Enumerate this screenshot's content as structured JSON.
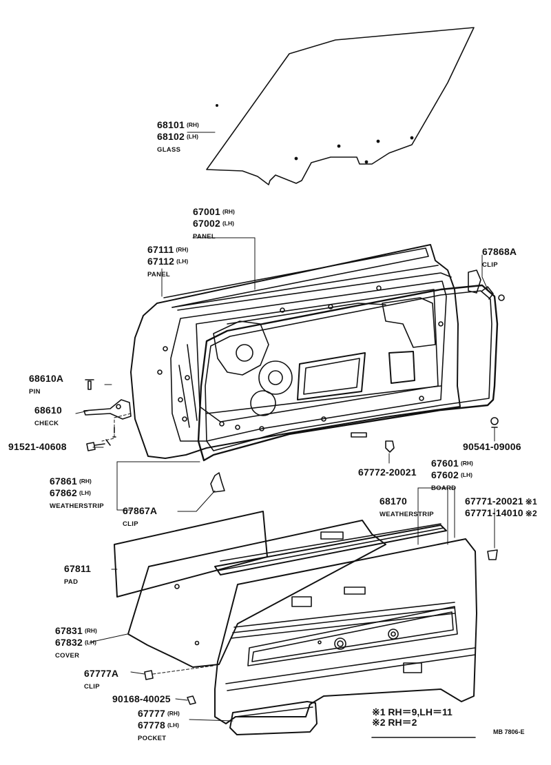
{
  "callouts": {
    "glass": {
      "lines": [
        [
          "68101",
          "(RH)"
        ],
        [
          "68102",
          "(LH)"
        ]
      ],
      "desc": "GLASS"
    },
    "panel": {
      "lines": [
        [
          "67001",
          "(RH)"
        ],
        [
          "67002",
          "(LH)"
        ]
      ],
      "desc": "PANEL"
    },
    "inner_panel": {
      "lines": [
        [
          "67111",
          "(RH)"
        ],
        [
          "67112",
          "(LH)"
        ]
      ],
      "desc": "PANEL"
    },
    "clip_top": {
      "lines": [
        [
          "67868A",
          ""
        ]
      ],
      "desc": "CLIP"
    },
    "pin": {
      "lines": [
        [
          "68610A",
          ""
        ]
      ],
      "desc": "PIN"
    },
    "check": {
      "lines": [
        [
          "68610",
          ""
        ]
      ],
      "desc": "CHECK"
    },
    "bolt": {
      "lines": [
        [
          "91521-40608",
          ""
        ]
      ],
      "desc": ""
    },
    "nut": {
      "lines": [
        [
          "90541-09006",
          ""
        ]
      ],
      "desc": ""
    },
    "clip_a": {
      "lines": [
        [
          "67772-20021",
          ""
        ]
      ],
      "desc": ""
    },
    "board": {
      "lines": [
        [
          "67601",
          "(RH)"
        ],
        [
          "67602",
          "(LH)"
        ]
      ],
      "desc": "BOARD"
    },
    "weatherstrip_door": {
      "lines": [
        [
          "67861",
          "(RH)"
        ],
        [
          "67862",
          "(LH)"
        ]
      ],
      "desc": "WEATHERSTRIP"
    },
    "clip_b": {
      "lines": [
        [
          "67867A",
          ""
        ]
      ],
      "desc": "CLIP"
    },
    "weatherstrip_belt": {
      "lines": [
        [
          "68170",
          ""
        ]
      ],
      "desc": "WEATHERSTRIP"
    },
    "clips_board": {
      "lines": [
        [
          "67771-20021",
          "※1"
        ],
        [
          "67771-14010",
          "※2"
        ]
      ],
      "desc": ""
    },
    "pad": {
      "lines": [
        [
          "67811",
          ""
        ]
      ],
      "desc": "PAD"
    },
    "cover": {
      "lines": [
        [
          "67831",
          "(RH)"
        ],
        [
          "67832",
          "(LH)"
        ]
      ],
      "desc": "COVER"
    },
    "clip_c": {
      "lines": [
        [
          "67777A",
          ""
        ]
      ],
      "desc": "CLIP"
    },
    "screw": {
      "lines": [
        [
          "90168-40025",
          ""
        ]
      ],
      "desc": ""
    },
    "pocket": {
      "lines": [
        [
          "67777",
          "(RH)"
        ],
        [
          "67778",
          "(LH)"
        ]
      ],
      "desc": "POCKET"
    }
  },
  "notes": {
    "line1": "※1 RH＝9,LH＝11",
    "line2": "※2 RH＝2"
  },
  "figure_code": "MB 7806-E"
}
